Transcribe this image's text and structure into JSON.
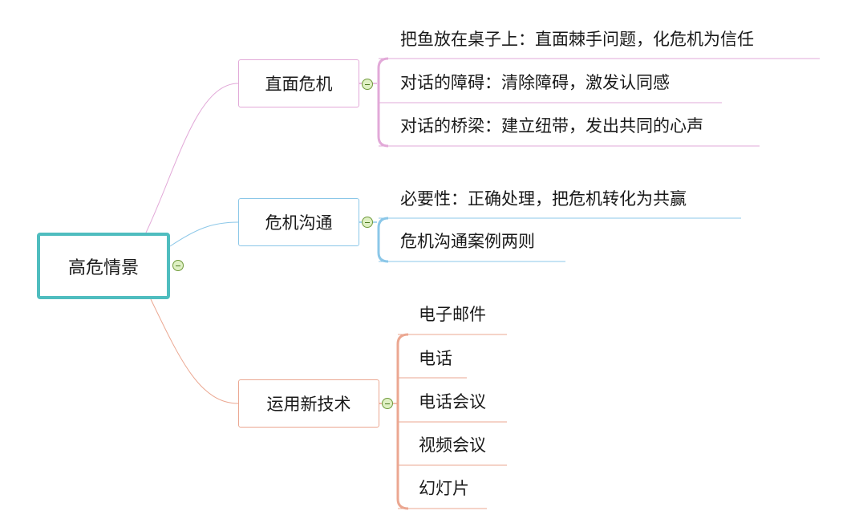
{
  "root": {
    "label": "高危情景"
  },
  "branches": [
    {
      "label": "直面危机",
      "color": "#e2a9d8",
      "children": [
        "把鱼放在桌子上：直面棘手问题，化危机为信任",
        "对话的障碍：清除障碍，激发认同感",
        "对话的桥梁：建立纽带，发出共同的心声"
      ]
    },
    {
      "label": "危机沟通",
      "color": "#8bc7e8",
      "children": [
        "必要性：正确处理，把危机转化为共赢",
        "危机沟通案例两则"
      ]
    },
    {
      "label": "运用新技术",
      "color": "#eba791",
      "children": [
        "电子邮件",
        "电话",
        "电话会议",
        "视频会议",
        "幻灯片"
      ]
    }
  ],
  "collapse_icon": "minus-circle-icon",
  "root_border_color": "#4fbdbf"
}
